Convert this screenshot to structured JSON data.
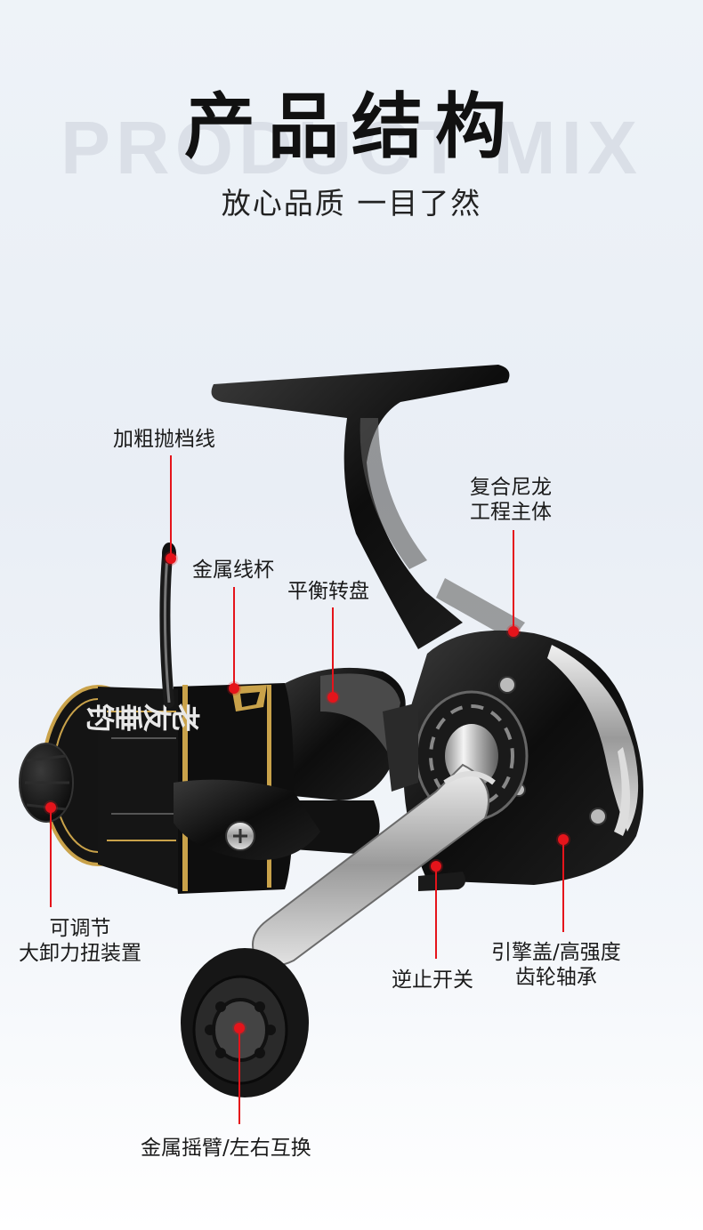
{
  "header": {
    "title": "产品结构",
    "bg_word": "PRODUCT MIX",
    "subtitle": "放心品质 一目了然"
  },
  "spool_text": {
    "brand": "老友垂钓"
  },
  "labels": {
    "line_guide": "加粗抛档线",
    "metal_spool": "金属线杯",
    "rotor": "平衡转盘",
    "body_line1": "复合尼龙",
    "body_line2": "工程主体",
    "drag_line1": "可调节",
    "drag_line2": "大卸力扭装置",
    "anti_reverse": "逆止开关",
    "gear_line1": "引擎盖/高强度",
    "gear_line2": "齿轮轴承",
    "handle": "金属摇臂/左右互换"
  },
  "colors": {
    "accent_red": "#e5141b",
    "gold": "#c9a24a",
    "reel_black": "#141414"
  }
}
